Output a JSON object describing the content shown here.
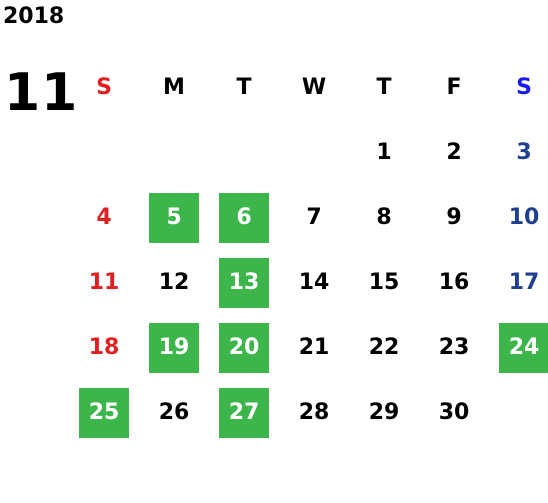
{
  "year": "2018",
  "month": "11",
  "colors": {
    "weekday": "#000000",
    "sunday": "#e02020",
    "saturday_header": "#1a1aee",
    "saturday": "#1f3f8f",
    "highlight_bg": "#3cb54a",
    "highlight_text": "#ffffff"
  },
  "weekdays": [
    "S",
    "M",
    "T",
    "W",
    "T",
    "F",
    "S"
  ],
  "weeks": [
    [
      {
        "d": ""
      },
      {
        "d": ""
      },
      {
        "d": ""
      },
      {
        "d": ""
      },
      {
        "d": "1"
      },
      {
        "d": "2"
      },
      {
        "d": "3"
      }
    ],
    [
      {
        "d": "4"
      },
      {
        "d": "5",
        "hl": true
      },
      {
        "d": "6",
        "hl": true
      },
      {
        "d": "7"
      },
      {
        "d": "8"
      },
      {
        "d": "9"
      },
      {
        "d": "10"
      }
    ],
    [
      {
        "d": "11"
      },
      {
        "d": "12"
      },
      {
        "d": "13",
        "hl": true
      },
      {
        "d": "14"
      },
      {
        "d": "15"
      },
      {
        "d": "16"
      },
      {
        "d": "17"
      }
    ],
    [
      {
        "d": "18"
      },
      {
        "d": "19",
        "hl": true
      },
      {
        "d": "20",
        "hl": true
      },
      {
        "d": "21"
      },
      {
        "d": "22"
      },
      {
        "d": "23"
      },
      {
        "d": "24",
        "hl": true
      }
    ],
    [
      {
        "d": "25",
        "hl": true
      },
      {
        "d": "26"
      },
      {
        "d": "27",
        "hl": true
      },
      {
        "d": "28"
      },
      {
        "d": "29"
      },
      {
        "d": "30"
      },
      {
        "d": ""
      }
    ]
  ]
}
